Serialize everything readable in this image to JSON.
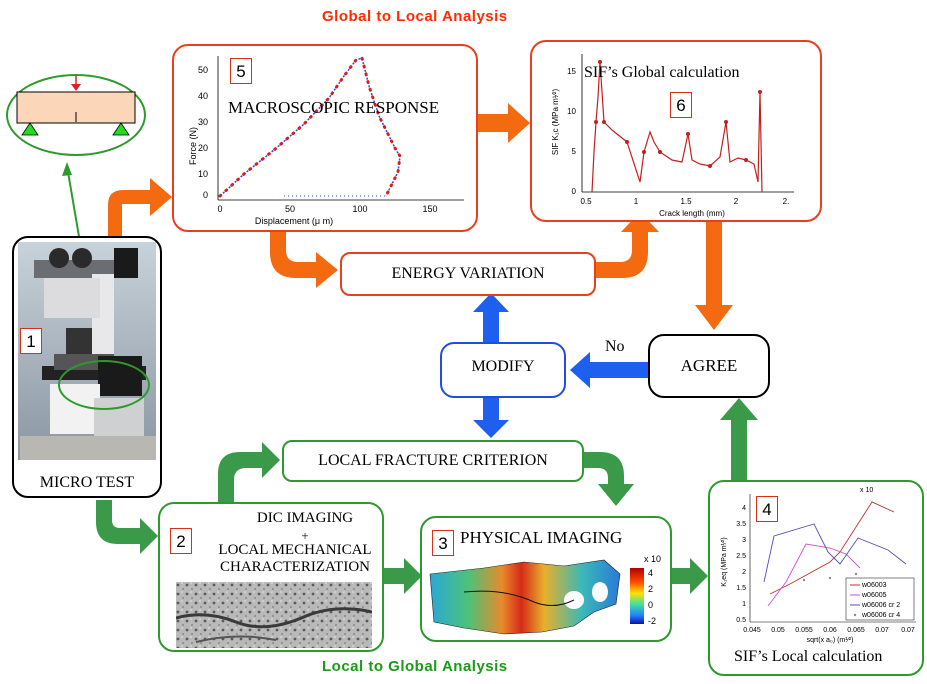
{
  "titles": {
    "top": "Global to Local Analysis",
    "bottom": "Local to Global Analysis"
  },
  "colors": {
    "red": "#e8401c",
    "orange": "#f36a10",
    "green": "#2e9a2e",
    "blue": "#1e4fe0",
    "title_red": "#ff2a00",
    "title_green": "#1a9a1a"
  },
  "boxes": {
    "micro_test": {
      "number": "1",
      "label": "MICRO TEST"
    },
    "dic": {
      "number": "2",
      "line1": "DIC IMAGING",
      "line2": "+",
      "line3": "LOCAL MECHANICAL",
      "line4": "CHARACTERIZATION"
    },
    "physical": {
      "number": "3",
      "label": "PHYSICAL IMAGING"
    },
    "sif_local": {
      "number": "4",
      "label": "SIF’s Local calculation"
    },
    "macro": {
      "number": "5",
      "label": "MACROSCOPIC RESPONSE"
    },
    "sif_global": {
      "number": "6",
      "label": "SIF’s Global calculation"
    },
    "energy": {
      "label": "ENERGY VARIATION"
    },
    "modify": {
      "label": "MODIFY"
    },
    "agree": {
      "label": "AGREE"
    },
    "criterion": {
      "label": "LOCAL FRACTURE CRITERION"
    }
  },
  "no_label": "No",
  "macro_plot": {
    "ylabel": "Force (N)",
    "xlabel": "Displacement (μ m)",
    "yticks": [
      "50",
      "40",
      "30",
      "20",
      "10",
      "0"
    ],
    "xticks": [
      "0",
      "50",
      "100",
      "150"
    ]
  },
  "sif_global_plot": {
    "ylabel": "SIF  K₁c (MPa m¹⁄²)",
    "xlabel": "Crack length (mm)",
    "yticks": [
      "15",
      "10",
      "5",
      "0"
    ],
    "xticks": [
      "0.5",
      "1",
      "1.5",
      "2",
      "2."
    ]
  },
  "sif_local_plot": {
    "ylabel": "K₁eq (MPa m¹⁄²)",
    "xlabel": "sqrt(x a₀) (m¹⁄²)",
    "yticks": [
      "4",
      "3.5",
      "3",
      "2.5",
      "2",
      "1.5",
      "1",
      "0.5"
    ],
    "xticks": [
      "0.045",
      "0.05",
      "0.055",
      "0.06",
      "0.065",
      "0.07",
      "0.07"
    ],
    "exponent": "x 10",
    "legend": [
      "w06003",
      "w06005",
      "w06006 cr 2",
      "w06006 cr 4"
    ]
  },
  "colorbar": {
    "exponent": "x 10",
    "ticks": [
      "4",
      "2",
      "0",
      "-2"
    ]
  }
}
